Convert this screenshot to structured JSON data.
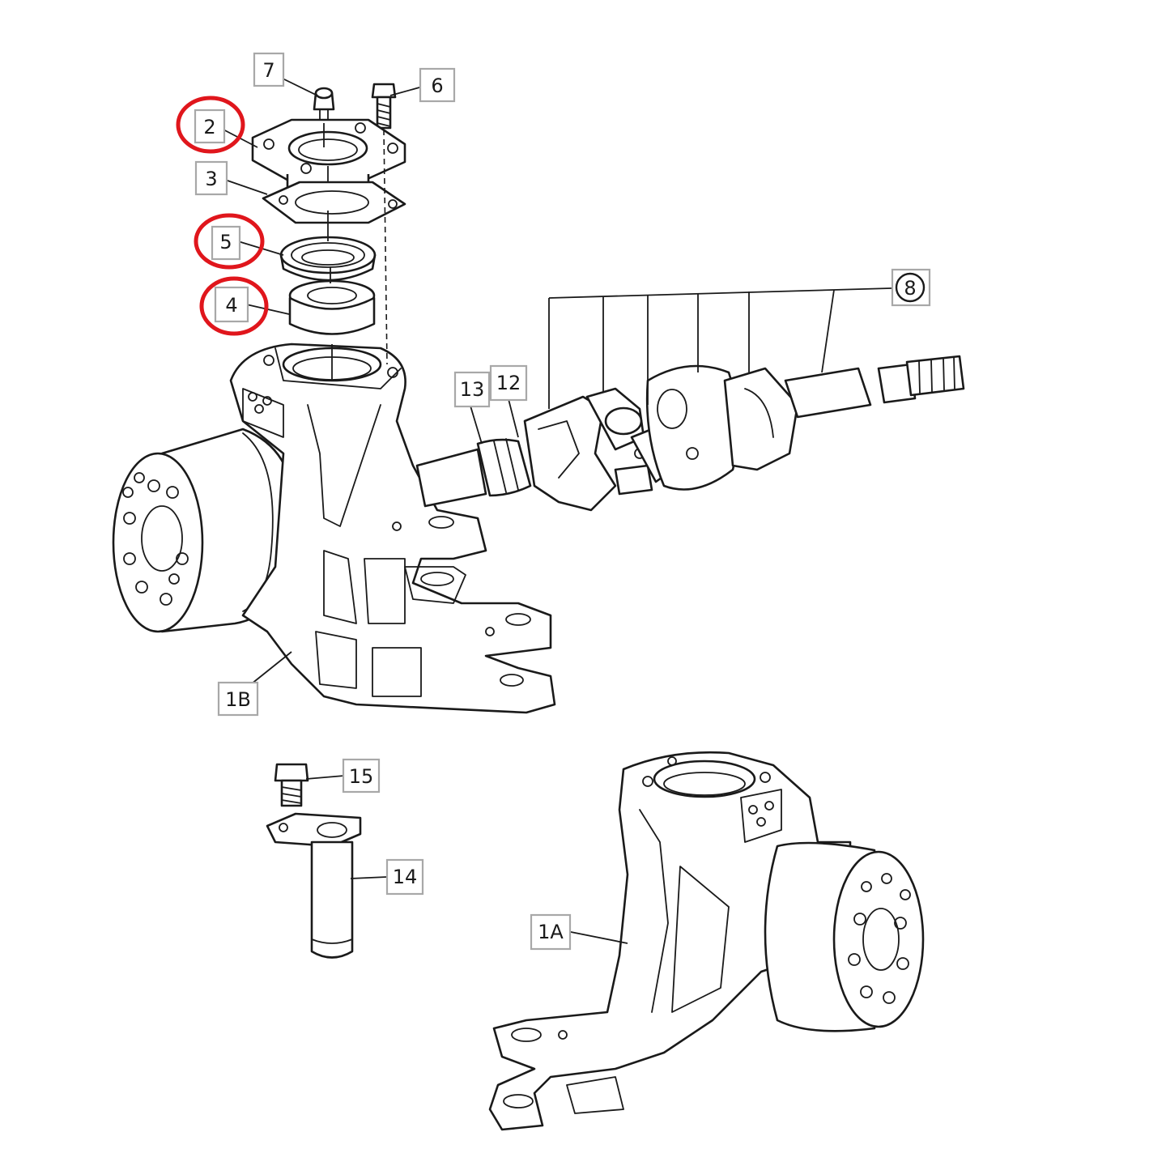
{
  "callouts": [
    {
      "id": "7",
      "text": "7"
    },
    {
      "id": "6",
      "text": "6"
    },
    {
      "id": "2",
      "text": "2"
    },
    {
      "id": "3",
      "text": "3"
    },
    {
      "id": "5",
      "text": "5"
    },
    {
      "id": "4",
      "text": "4"
    },
    {
      "id": "8",
      "text": "8"
    },
    {
      "id": "13",
      "text": "13"
    },
    {
      "id": "12",
      "text": "12"
    },
    {
      "id": "1B",
      "text": "1B"
    },
    {
      "id": "15",
      "text": "15"
    },
    {
      "id": "14",
      "text": "14"
    },
    {
      "id": "1A",
      "text": "1A"
    }
  ],
  "highlighted_callouts": [
    "2",
    "5",
    "4"
  ],
  "colors": {
    "line": "#1a1a1a",
    "label_border": "#a8a8a8",
    "highlight": "#e0161c",
    "background": "#ffffff"
  }
}
